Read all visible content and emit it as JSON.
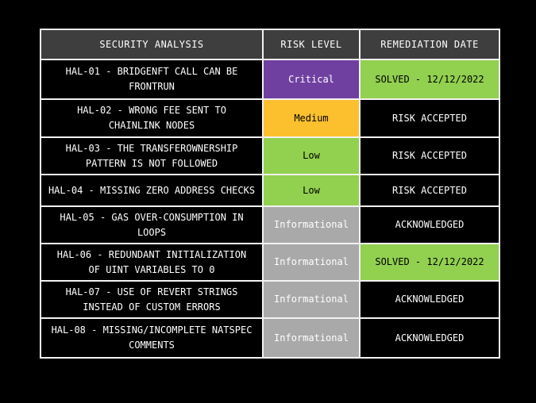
{
  "page": {
    "background": "#000000"
  },
  "colors": {
    "border": "#f2f2f2",
    "header_bg": "#3e3e3e",
    "header_fg": "#ffffff",
    "row_bg": "#000000",
    "row_fg": "#ffffff",
    "critical_bg": "#7040a0",
    "critical_fg": "#ffffff",
    "medium_bg": "#fcc02e",
    "medium_fg": "#000000",
    "low_bg": "#92d050",
    "low_fg": "#000000",
    "informational_bg": "#a9a9a9",
    "informational_fg": "#ffffff",
    "solved_bg": "#92d050",
    "solved_fg": "#000000"
  },
  "table": {
    "headers": [
      "SECURITY ANALYSIS",
      "RISK LEVEL",
      "REMEDIATION DATE"
    ],
    "rows": [
      {
        "finding": "HAL-01 - BRIDGENFT CALL CAN BE\nFRONTRUN",
        "risk": {
          "label": "Critical",
          "bg": "#7040a0",
          "fg": "#ffffff"
        },
        "remediation": {
          "label": "SOLVED - 12/12/2022",
          "bg": "#92d050",
          "fg": "#000000"
        }
      },
      {
        "finding": "HAL-02 - WRONG FEE SENT TO\nCHAINLINK NODES",
        "risk": {
          "label": "Medium",
          "bg": "#fcc02e",
          "fg": "#000000"
        },
        "remediation": {
          "label": "RISK ACCEPTED",
          "bg": "#000000",
          "fg": "#ffffff"
        }
      },
      {
        "finding": "HAL-03 - THE TRANSFEROWNERSHIP\nPATTERN IS NOT FOLLOWED",
        "risk": {
          "label": "Low",
          "bg": "#92d050",
          "fg": "#000000"
        },
        "remediation": {
          "label": "RISK ACCEPTED",
          "bg": "#000000",
          "fg": "#ffffff"
        }
      },
      {
        "finding": "HAL-04 - MISSING ZERO ADDRESS CHECKS",
        "risk": {
          "label": "Low",
          "bg": "#92d050",
          "fg": "#000000"
        },
        "remediation": {
          "label": "RISK ACCEPTED",
          "bg": "#000000",
          "fg": "#ffffff"
        }
      },
      {
        "finding": "HAL-05 - GAS OVER-CONSUMPTION IN\nLOOPS",
        "risk": {
          "label": "Informational",
          "bg": "#a9a9a9",
          "fg": "#ffffff"
        },
        "remediation": {
          "label": "ACKNOWLEDGED",
          "bg": "#000000",
          "fg": "#ffffff"
        }
      },
      {
        "finding": "HAL-06 - REDUNDANT INITIALIZATION\nOF UINT VARIABLES TO 0",
        "risk": {
          "label": "Informational",
          "bg": "#a9a9a9",
          "fg": "#ffffff"
        },
        "remediation": {
          "label": "SOLVED - 12/12/2022",
          "bg": "#92d050",
          "fg": "#000000"
        }
      },
      {
        "finding": "HAL-07 - USE OF REVERT STRINGS\nINSTEAD OF CUSTOM ERRORS",
        "risk": {
          "label": "Informational",
          "bg": "#a9a9a9",
          "fg": "#ffffff"
        },
        "remediation": {
          "label": "ACKNOWLEDGED",
          "bg": "#000000",
          "fg": "#ffffff"
        }
      },
      {
        "finding": "HAL-08 - MISSING/INCOMPLETE NATSPEC\nCOMMENTS",
        "risk": {
          "label": "Informational",
          "bg": "#a9a9a9",
          "fg": "#ffffff"
        },
        "remediation": {
          "label": "ACKNOWLEDGED",
          "bg": "#000000",
          "fg": "#ffffff"
        }
      }
    ]
  },
  "chart_data": {
    "type": "table",
    "columns": [
      "SECURITY ANALYSIS",
      "RISK LEVEL",
      "REMEDIATION DATE"
    ],
    "rows": [
      [
        "HAL-01 - BRIDGENFT CALL CAN BE FRONTRUN",
        "Critical",
        "SOLVED - 12/12/2022"
      ],
      [
        "HAL-02 - WRONG FEE SENT TO CHAINLINK NODES",
        "Medium",
        "RISK ACCEPTED"
      ],
      [
        "HAL-03 - THE TRANSFEROWNERSHIP PATTERN IS NOT FOLLOWED",
        "Low",
        "RISK ACCEPTED"
      ],
      [
        "HAL-04 - MISSING ZERO ADDRESS CHECKS",
        "Low",
        "RISK ACCEPTED"
      ],
      [
        "HAL-05 - GAS OVER-CONSUMPTION IN LOOPS",
        "Informational",
        "ACKNOWLEDGED"
      ],
      [
        "HAL-06 - REDUNDANT INITIALIZATION OF UINT VARIABLES TO 0",
        "Informational",
        "SOLVED - 12/12/2022"
      ],
      [
        "HAL-07 - USE OF REVERT STRINGS INSTEAD OF CUSTOM ERRORS",
        "Informational",
        "ACKNOWLEDGED"
      ],
      [
        "HAL-08 - MISSING/INCOMPLETE NATSPEC COMMENTS",
        "Informational",
        "ACKNOWLEDGED"
      ]
    ],
    "risk_level_colors": {
      "Critical": "#7040a0",
      "Medium": "#fcc02e",
      "Low": "#92d050",
      "Informational": "#a9a9a9"
    },
    "solved_cell_color": "#92d050",
    "layout_hints": {
      "header_background": "#3e3e3e",
      "page_background": "#000000",
      "grid": true
    }
  }
}
